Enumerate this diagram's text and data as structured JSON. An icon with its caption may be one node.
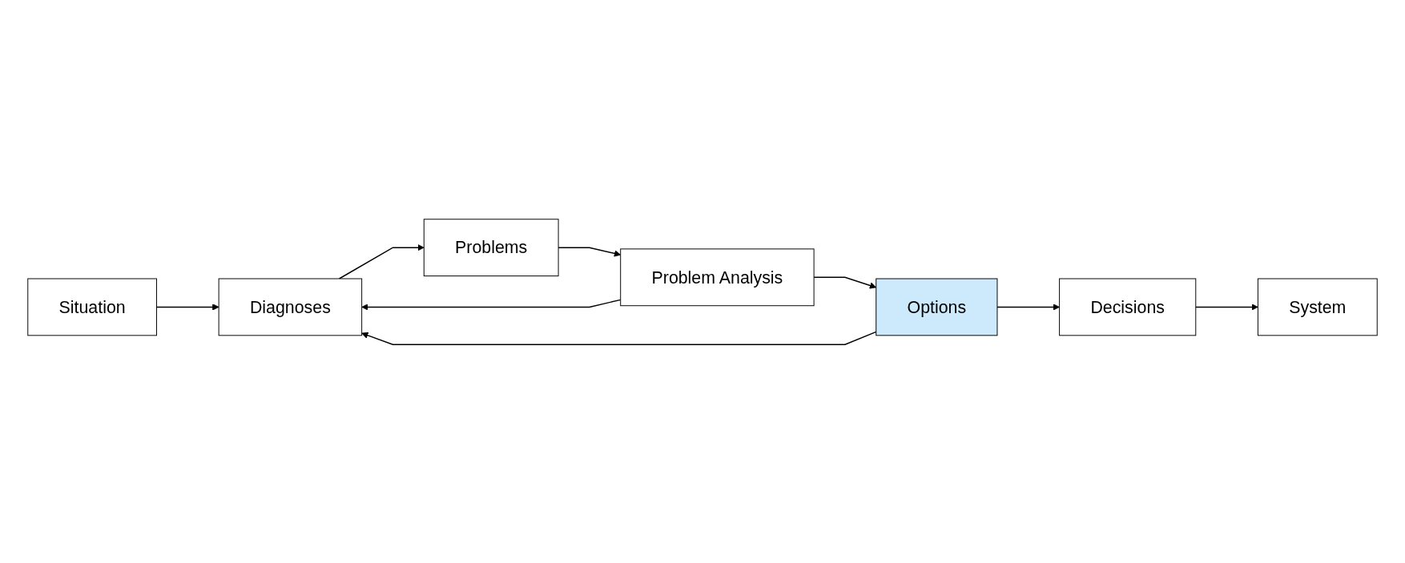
{
  "diagram": {
    "nodes": [
      {
        "text": [
          "Situation"
        ]
      },
      {
        "text": [
          "Diagnoses"
        ]
      },
      {
        "text": [
          "Problems"
        ]
      },
      {
        "text": [
          "Problem Analysis"
        ]
      },
      {
        "text": [
          "Options"
        ]
      },
      {
        "text": [
          "Decisions"
        ]
      },
      {
        "text": [
          "System"
        ]
      }
    ],
    "edges": [
      {
        "from": 0,
        "to": 1,
        "arrow": "to"
      },
      {
        "from": 1,
        "to": 2,
        "arrow": "to"
      },
      {
        "from": 2,
        "to": 3,
        "arrow": "to"
      },
      {
        "from": 3,
        "to": 4,
        "arrow": "to"
      },
      {
        "from": 3,
        "to": 1,
        "arrow": "to"
      },
      {
        "from": 4,
        "to": 1,
        "arrow": "to"
      },
      {
        "from": 4,
        "to": 5,
        "arrow": "to"
      },
      {
        "from": 5,
        "to": 6,
        "arrow": "to"
      }
    ]
  }
}
